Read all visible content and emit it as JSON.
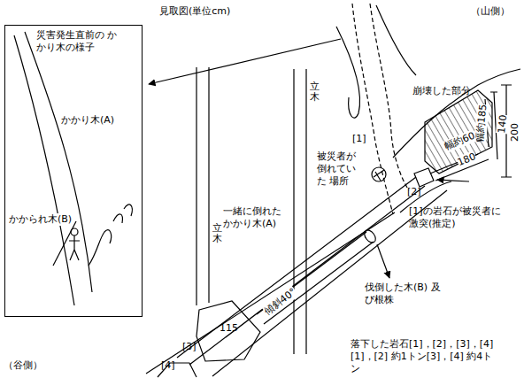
{
  "diagram": {
    "title": "見取図(単位cm)",
    "nodes": [
      {
        "text": [
          "災害発生直前の かかり木の様子",
          "かかり木(A)",
          "かかられ木(B)"
        ]
      }
    ],
    "labels": [
      "（山側）",
      "崩壊した部分",
      "幅約185",
      "140",
      "200",
      "幅約60",
      "180",
      "立木",
      "立木",
      "[1]",
      "被災者が 倒れていた 場所",
      "[2]",
      "[1]の岩石が被災者に 激突(推定)",
      "一緒に倒れた かかり木(A)",
      "伐倒した木(B) 及び根株",
      "傾斜40°",
      "115",
      "[3]",
      "[4]",
      "落下した岩石[1]，[2]，[3]，[4] [1]，[2] 約1トン[3]，[4] 約4トン",
      "（谷側）"
    ]
  }
}
